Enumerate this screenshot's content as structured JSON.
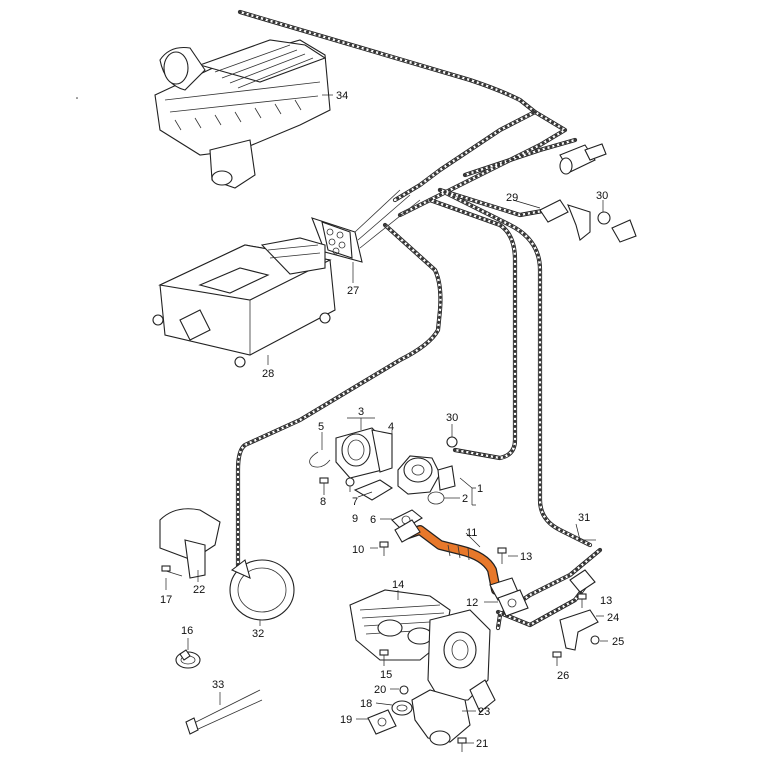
{
  "callouts": [
    {
      "id": "c34",
      "text": "34"
    },
    {
      "id": "c27",
      "text": "27"
    },
    {
      "id": "c28",
      "text": "28"
    },
    {
      "id": "c29",
      "text": "29"
    },
    {
      "id": "c30a",
      "text": "30"
    },
    {
      "id": "c3",
      "text": "3"
    },
    {
      "id": "c5",
      "text": "5"
    },
    {
      "id": "c4",
      "text": "4"
    },
    {
      "id": "c30b",
      "text": "30"
    },
    {
      "id": "c1",
      "text": "1"
    },
    {
      "id": "c2",
      "text": "2"
    },
    {
      "id": "c8",
      "text": "8"
    },
    {
      "id": "c7",
      "text": "7"
    },
    {
      "id": "c9",
      "text": "9"
    },
    {
      "id": "c6",
      "text": "6"
    },
    {
      "id": "c11",
      "text": "11"
    },
    {
      "id": "c10",
      "text": "10"
    },
    {
      "id": "c13a",
      "text": "13"
    },
    {
      "id": "c31",
      "text": "31"
    },
    {
      "id": "c14",
      "text": "14"
    },
    {
      "id": "c12",
      "text": "12"
    },
    {
      "id": "c13b",
      "text": "13"
    },
    {
      "id": "c24",
      "text": "24"
    },
    {
      "id": "c25",
      "text": "25"
    },
    {
      "id": "c26",
      "text": "26"
    },
    {
      "id": "c15",
      "text": "15"
    },
    {
      "id": "c17",
      "text": "17"
    },
    {
      "id": "c22",
      "text": "22"
    },
    {
      "id": "c32",
      "text": "32"
    },
    {
      "id": "c16",
      "text": "16"
    },
    {
      "id": "c33",
      "text": "33"
    },
    {
      "id": "c20",
      "text": "20"
    },
    {
      "id": "c18",
      "text": "18"
    },
    {
      "id": "c19",
      "text": "19"
    },
    {
      "id": "c23",
      "text": "23"
    },
    {
      "id": "c21",
      "text": "21"
    }
  ],
  "colors": {
    "highlight": "#e8782a",
    "ink": "#222222",
    "paper": "#ffffff"
  }
}
